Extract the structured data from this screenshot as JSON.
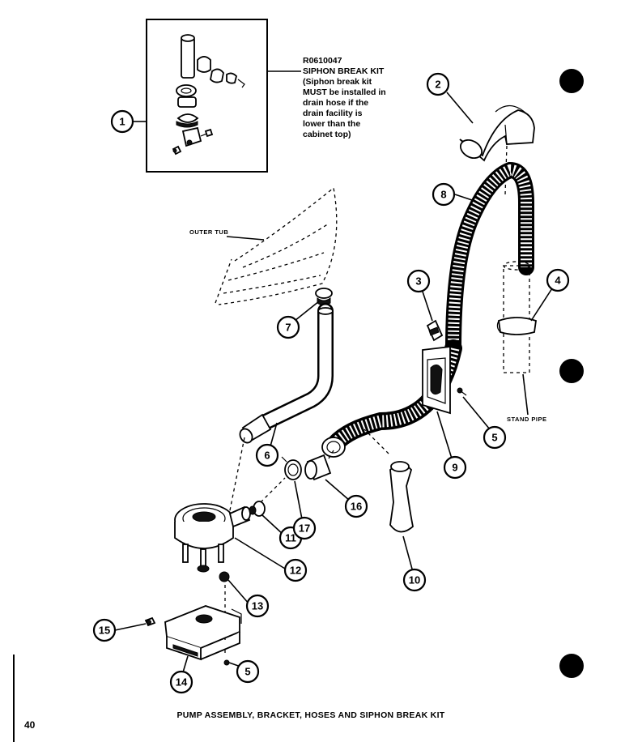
{
  "kit": {
    "part_number": "R0610047",
    "lines": [
      "SIPHON BREAK KIT",
      "(Siphon break kit",
      "MUST be installed in",
      "drain hose if the",
      "drain facility is",
      "lower than the",
      "cabinet top)"
    ]
  },
  "labels": {
    "outer_tub": "OUTER TUB",
    "stand_pipe": "STAND PIPE"
  },
  "callouts": [
    "1",
    "2",
    "3",
    "4",
    "5",
    "6",
    "7",
    "8",
    "9",
    "10",
    "11",
    "12",
    "13",
    "5",
    "14",
    "15",
    "16",
    "17"
  ],
  "caption": "PUMP ASSEMBLY, BRACKET, HOSES AND SIPHON BREAK KIT",
  "page_number": "40"
}
